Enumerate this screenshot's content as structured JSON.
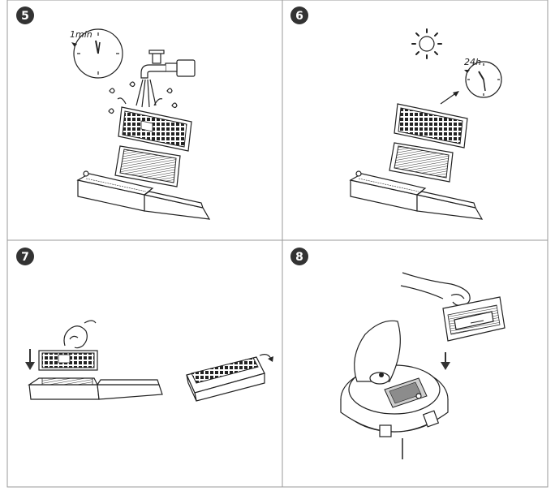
{
  "steps": [
    {
      "number": "5",
      "clock_label": "1min"
    },
    {
      "number": "6",
      "clock_label": "24h"
    },
    {
      "number": "7"
    },
    {
      "number": "8"
    }
  ],
  "colors": {
    "badge": "#333333",
    "line": "#222222",
    "border": "#9a9a9a",
    "background": "#ffffff"
  },
  "icons": [
    "clock-icon",
    "faucet-icon",
    "water-droplet-icon",
    "sun-icon",
    "arrow-down-icon",
    "rotate-arrow-icon",
    "hand-icon",
    "robot-vacuum-icon"
  ]
}
